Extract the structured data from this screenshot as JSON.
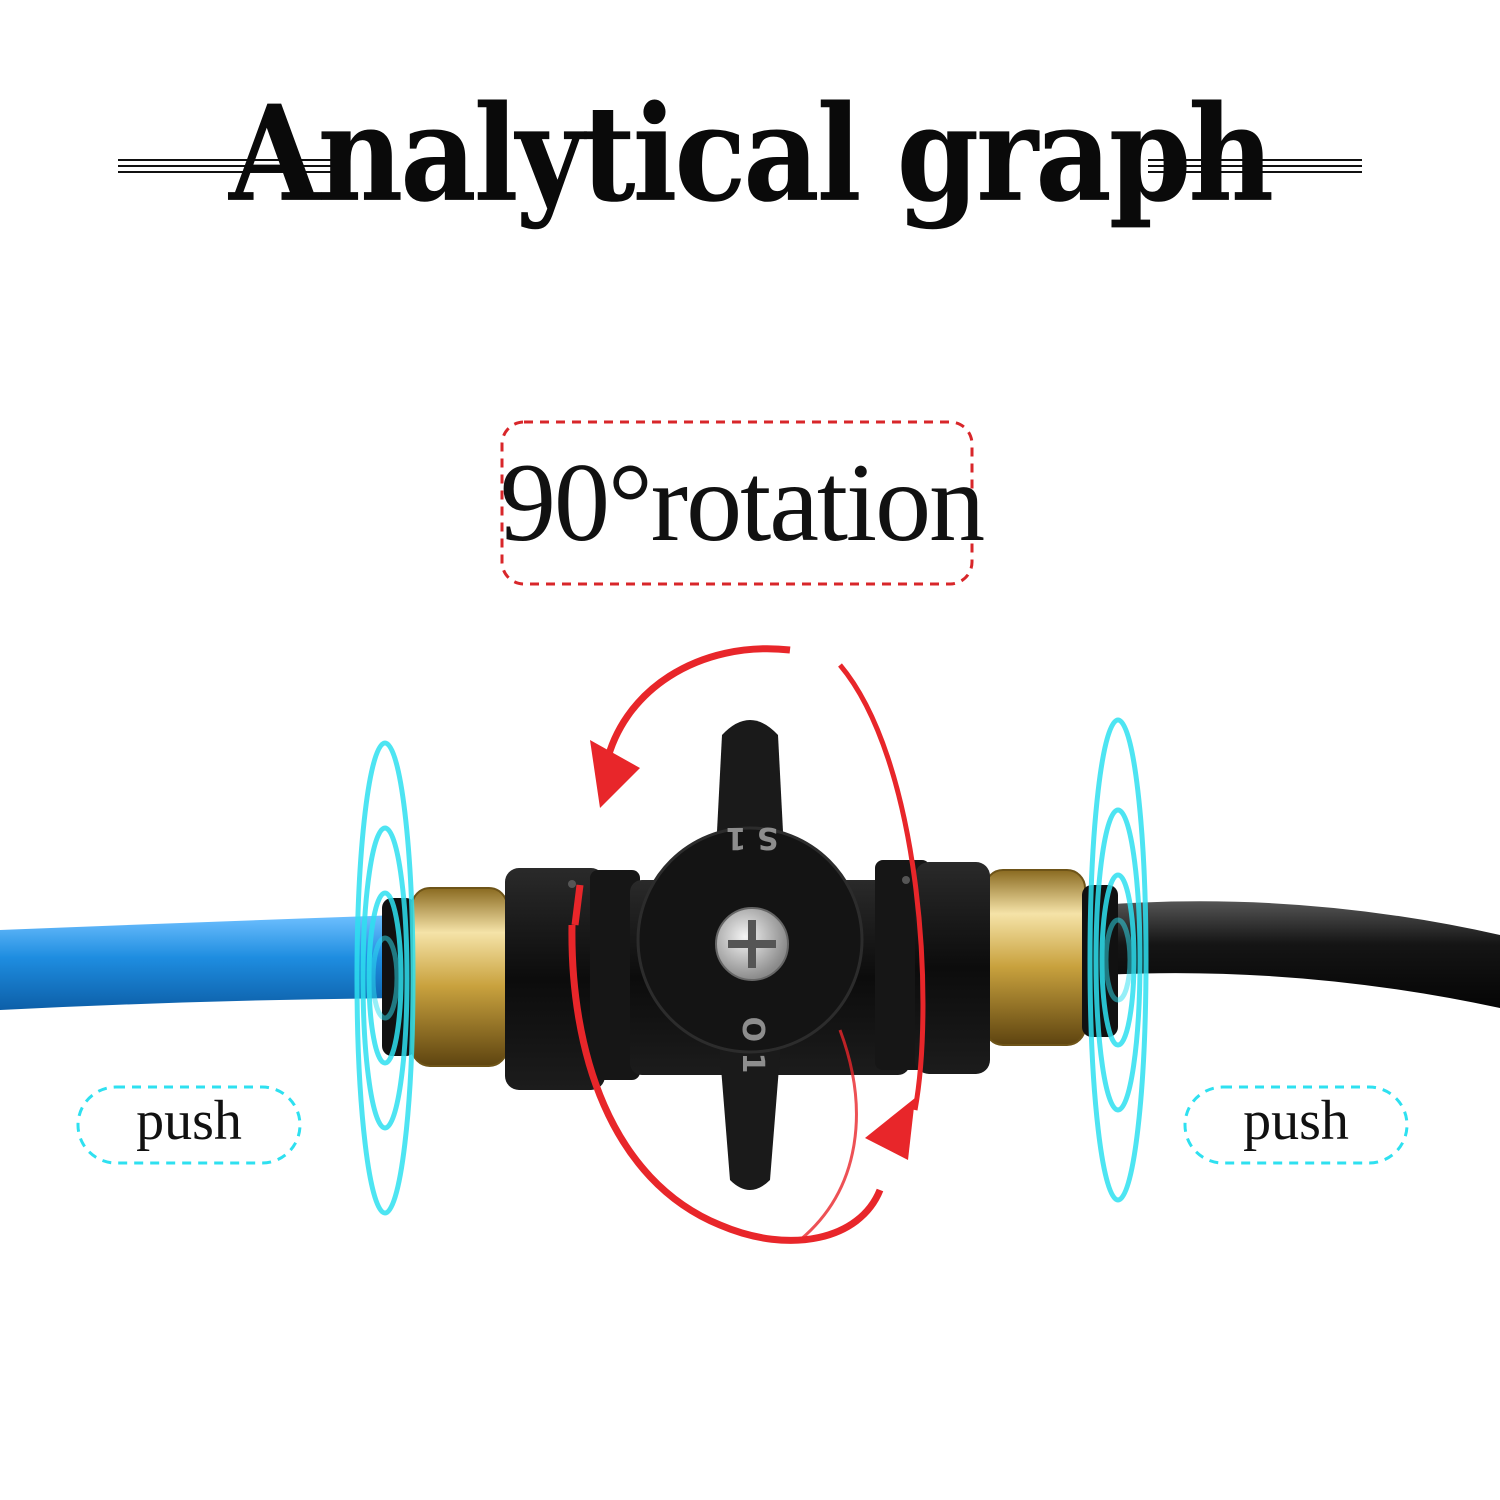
{
  "header": {
    "title": "Analytical graph"
  },
  "callouts": {
    "rotation": "90°rotation",
    "push_left": "push",
    "push_right": "push"
  },
  "valve_markings": {
    "open": "S 1",
    "closed": "O 1"
  },
  "colors": {
    "accent_red": "#e8262a",
    "accent_cyan": "#2ee0f0",
    "blue_tube": "#1e8de0",
    "black_tube": "#101010",
    "brass": "#c9a23e"
  },
  "icons": [
    "rotation-arrow-icon",
    "push-ripple-icon",
    "screw-icon"
  ]
}
